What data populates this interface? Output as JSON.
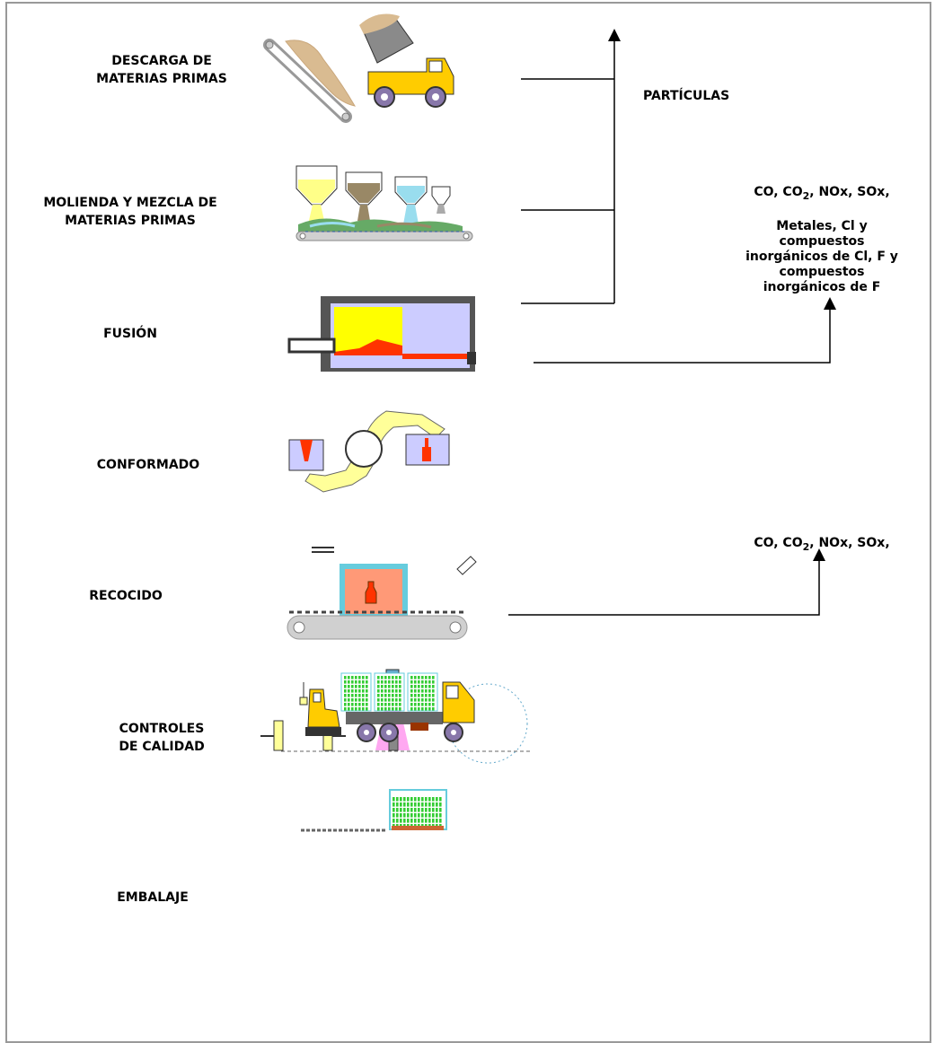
{
  "stages": [
    {
      "id": "descarga",
      "label": "DESCARGA DE\nMATERIAS PRIMAS"
    },
    {
      "id": "molienda",
      "label": "MOLIENDA Y MEZCLA DE\nMATERIAS PRIMAS"
    },
    {
      "id": "fusion",
      "label": "FUSIÓN"
    },
    {
      "id": "conformado",
      "label": "CONFORMADO"
    },
    {
      "id": "recocido",
      "label": "RECOCIDO"
    },
    {
      "id": "controles",
      "label": "CONTROLES\nDE CALIDAD"
    },
    {
      "id": "embalaje",
      "label": "EMBALAJE"
    }
  ],
  "emissions": {
    "particulas": "PARTÍCULAS",
    "fusion": {
      "line1_a": "CO, CO",
      "line1_sub": "2",
      "line1_b": ", NOx, SOx,",
      "rest": "Metales, Cl y\ncompuestos\ninorgánicos de Cl, F y\ncompuestos\ninorgánicos de F"
    },
    "recocido": {
      "line1_a": "CO, CO",
      "line1_sub": "2",
      "line1_b": ", NOx, SOx,"
    }
  },
  "colors": {
    "frame": "#999999",
    "line": "#000000",
    "yellow": "#ffff00",
    "melt_red": "#ff3300",
    "furnace_fill": "#ccccff",
    "pale_yellow": "#ffff99",
    "green": "#33cc33",
    "cyan": "#66ccdd",
    "salmon": "#ff9977",
    "pink": "#ff88ee",
    "gray": "#c0c0c0",
    "truck_yellow": "#ffcc00"
  }
}
